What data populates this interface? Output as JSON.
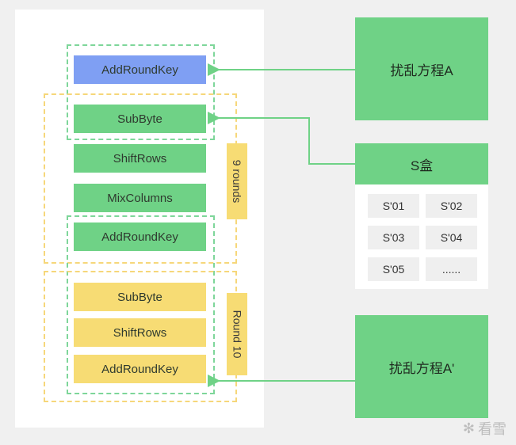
{
  "left_steps": {
    "initial": "AddRoundKey",
    "loop": [
      "SubByte",
      "ShiftRows",
      "MixColumns",
      "AddRoundKey"
    ],
    "final": [
      "SubByte",
      "ShiftRows",
      "AddRoundKey"
    ]
  },
  "labels": {
    "nine_rounds": "9 rounds",
    "round10": "Round 10"
  },
  "right": {
    "scramble_a": "扰乱方程A",
    "s_box_title": "S盒",
    "s_box_cells": [
      "S'01",
      "S'02",
      "S'03",
      "S'04",
      "S'05",
      "......"
    ],
    "scramble_a_prime": "扰乱方程A'"
  },
  "watermark": "看雪",
  "colors": {
    "green": "#6fd286",
    "yellow": "#f7dc74",
    "blue": "#7f9ff3"
  }
}
